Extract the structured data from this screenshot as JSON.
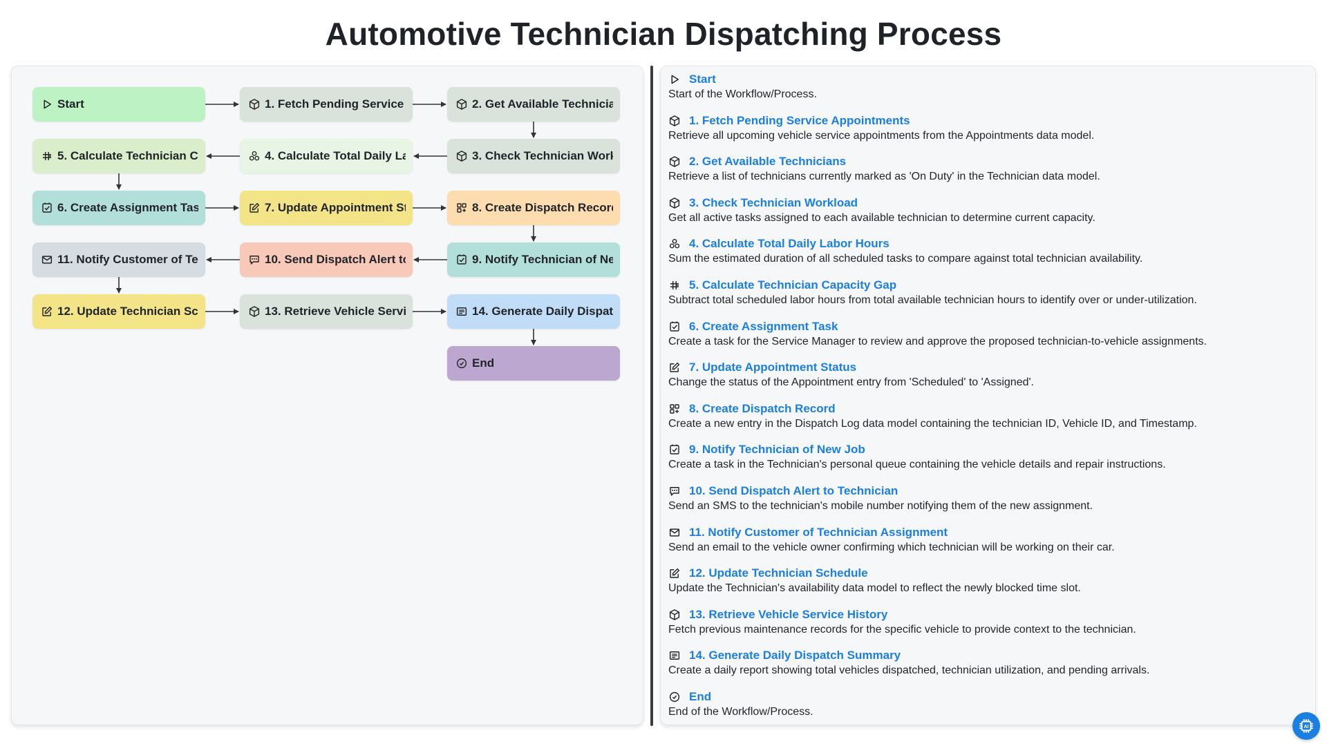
{
  "title": "Automotive Technician Dispatching Process",
  "colors": {
    "start": "#bdf2c4",
    "fetch": "#d9e3db",
    "calc_daily": "#e8f5e4",
    "calc_gap": "#dbeecb",
    "task": "#b3dfdb",
    "update": "#f2e487",
    "dispatch": "#fddcb0",
    "notify_email": "#d5dce2",
    "alert": "#f8c8b9",
    "summary": "#c0dcf7",
    "end": "#bca7d0",
    "link": "#1a7fe0"
  },
  "steps": [
    {
      "id": "start",
      "node_label": "Start",
      "title": "Start",
      "description": "Start of the Workflow/Process.",
      "icon": "play-icon",
      "color_key": "start"
    },
    {
      "id": "s1",
      "node_label": "1. Fetch Pending Service A",
      "title": "1. Fetch Pending Service Appointments",
      "description": "Retrieve all upcoming vehicle service appointments from the Appointments data model.",
      "icon": "cube-icon",
      "color_key": "fetch"
    },
    {
      "id": "s2",
      "node_label": "2. Get Available Technician",
      "title": "2. Get Available Technicians",
      "description": "Retrieve a list of technicians currently marked as 'On Duty' in the Technician data model.",
      "icon": "cube-icon",
      "color_key": "fetch"
    },
    {
      "id": "s3",
      "node_label": "3. Check Technician Worklo",
      "title": "3. Check Technician Workload",
      "description": "Get all active tasks assigned to each available technician to determine current capacity.",
      "icon": "cube-icon",
      "color_key": "fetch"
    },
    {
      "id": "s4",
      "node_label": "4. Calculate Total Daily Lab",
      "title": "4. Calculate Total Daily Labor Hours",
      "description": "Sum the estimated duration of all scheduled tasks to compare against total technician availability.",
      "icon": "aggregate-icon",
      "color_key": "calc_daily"
    },
    {
      "id": "s5",
      "node_label": "5. Calculate Technician Cap",
      "title": "5. Calculate Technician Capacity Gap",
      "description": "Subtract total scheduled labor hours from total available technician hours to identify over or under-utilization.",
      "icon": "formula-icon",
      "color_key": "calc_gap"
    },
    {
      "id": "s6",
      "node_label": "6. Create Assignment Task",
      "title": "6. Create Assignment Task",
      "description": "Create a task for the Service Manager to review and approve the proposed technician-to-vehicle assignments.",
      "icon": "checkbox-icon",
      "color_key": "task"
    },
    {
      "id": "s7",
      "node_label": "7. Update Appointment Sta",
      "title": "7. Update Appointment Status",
      "description": "Change the status of the Appointment entry from 'Scheduled' to 'Assigned'.",
      "icon": "edit-icon",
      "color_key": "update"
    },
    {
      "id": "s8",
      "node_label": "8. Create Dispatch Record",
      "title": "8. Create Dispatch Record",
      "description": "Create a new entry in the Dispatch Log data model containing the technician ID, Vehicle ID, and Timestamp.",
      "icon": "grid-plus-icon",
      "color_key": "dispatch"
    },
    {
      "id": "s9",
      "node_label": "9. Notify Technician of New",
      "title": "9. Notify Technician of New Job",
      "description": "Create a task in the Technician's personal queue containing the vehicle details and repair instructions.",
      "icon": "checkbox-icon",
      "color_key": "task"
    },
    {
      "id": "s10",
      "node_label": "10. Send Dispatch Alert to T",
      "title": "10. Send Dispatch Alert to Technician",
      "description": "Send an SMS to the technician's mobile number notifying them of the new assignment.",
      "icon": "sms-icon",
      "color_key": "alert"
    },
    {
      "id": "s11",
      "node_label": "11. Notify Customer of Tech",
      "title": "11. Notify Customer of Technician Assignment",
      "description": "Send an email to the vehicle owner confirming which technician will be working on their car.",
      "icon": "mail-icon",
      "color_key": "notify_email"
    },
    {
      "id": "s12",
      "node_label": "12. Update Technician Sche",
      "title": "12. Update Technician Schedule",
      "description": "Update the Technician's availability data model to reflect the newly blocked time slot.",
      "icon": "edit-icon",
      "color_key": "update"
    },
    {
      "id": "s13",
      "node_label": "13. Retrieve Vehicle Service",
      "title": "13. Retrieve Vehicle Service History",
      "description": "Fetch previous maintenance records for the specific vehicle to provide context to the technician.",
      "icon": "cube-icon",
      "color_key": "fetch"
    },
    {
      "id": "s14",
      "node_label": "14. Generate Daily Dispatch",
      "title": "14. Generate Daily Dispatch Summary",
      "description": "Create a daily report showing total vehicles dispatched, technician utilization, and pending arrivals.",
      "icon": "report-icon",
      "color_key": "summary"
    },
    {
      "id": "end",
      "node_label": "End",
      "title": "End",
      "description": "End of the Workflow/Process.",
      "icon": "check-circle-icon",
      "color_key": "end"
    }
  ]
}
